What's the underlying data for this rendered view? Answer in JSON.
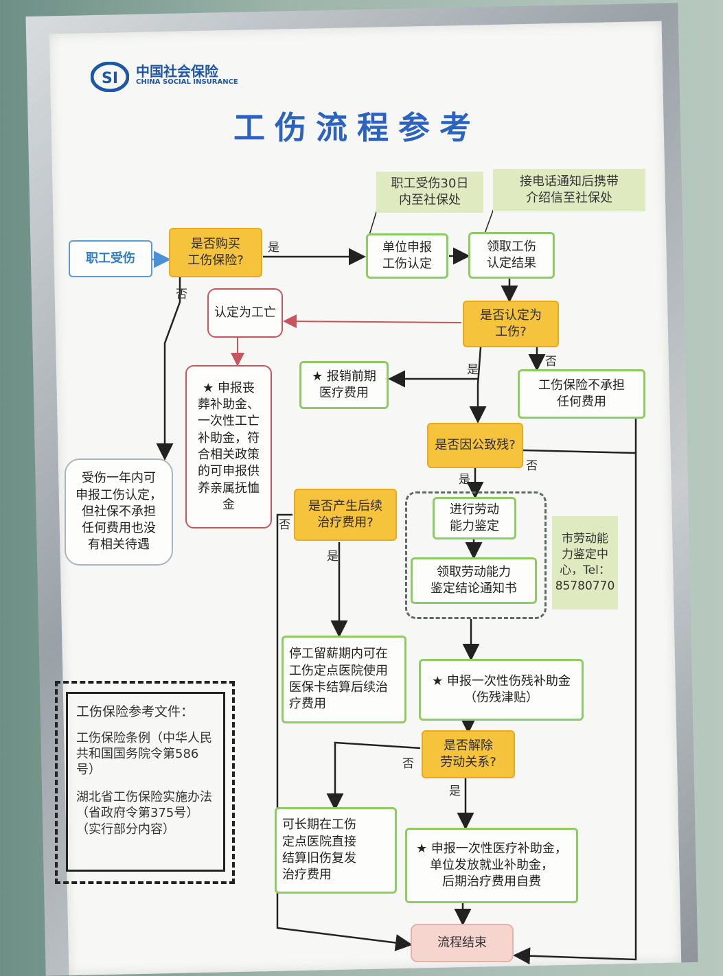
{
  "logo": {
    "name": "中国社会保险",
    "name_en": "CHINA SOCIAL INSURANCE",
    "icon": "si-logo-icon"
  },
  "title": "工伤流程参考",
  "nodes": {
    "start": "职工受伤",
    "q_bought": "是否购买\n工伤保险?",
    "note_30days": "职工受伤30日\n内至社保处",
    "note_phone": "接电话通知后携带\n介绍信至社保处",
    "unit_apply": "单位申报\n工伤认定",
    "get_result": "领取工伤\n认定结果",
    "q_injury": "是否认定为\n工伤?",
    "death": "认定为工亡",
    "death_benefit": "★ 申报丧\n葬补助金、\n一次性工亡\n补助金，符\n合相关政策\n的可申报供\n养亲属抚恤\n金",
    "reimburse": "★ 报销前期\n医疗费用",
    "no_cover": "工伤保险不承担\n任何费用",
    "no_insurance": "受伤一年内可\n申报工伤认定，\n但社保不承担\n任何费用也没\n有相关待遇",
    "q_disabled": "是否因公致残?",
    "q_followup": "是否产生后续\n治疗费用?",
    "assess": "进行劳动\n能力鉴定",
    "assess_notice": "领取劳动能力\n鉴定结论通知书",
    "assess_center": "市劳动能\n力鉴定中\n心，Tel：\n85780770",
    "paid_leave": "停工留薪期内可在\n工伤定点医院使用\n医保卡结算后续治\n疗费用",
    "disability_subsidy": "★ 申报一次性伤残补助金\n（伤残津贴）",
    "q_terminate": "是否解除\n劳动关系?",
    "long_term": "可长期在工伤\n定点医院直接\n结算旧伤复发\n治疗费用",
    "medical_subsidy": "★ 申报一次性医疗补助金，\n单位发放就业补助金，\n后期治疗费用自费",
    "end": "流程结束"
  },
  "labels": {
    "yes": "是",
    "no": "否"
  },
  "reference": {
    "heading": "工伤保险参考文件：",
    "doc1": "工伤保险条例（中华人民共和国国务院令第586号）",
    "doc2": "湖北省工伤保险实施办法（省政府令第375号）（实行部分内容）"
  },
  "colors": {
    "title": "#2c62c0",
    "decision": "#f6c33d",
    "process_border": "#8ccc63",
    "death_border": "#c8545e",
    "note_bg": "#dfeac1",
    "start_border": "#5b9bd5",
    "death_arrow": "#c8545e",
    "arrow": "#222222"
  }
}
